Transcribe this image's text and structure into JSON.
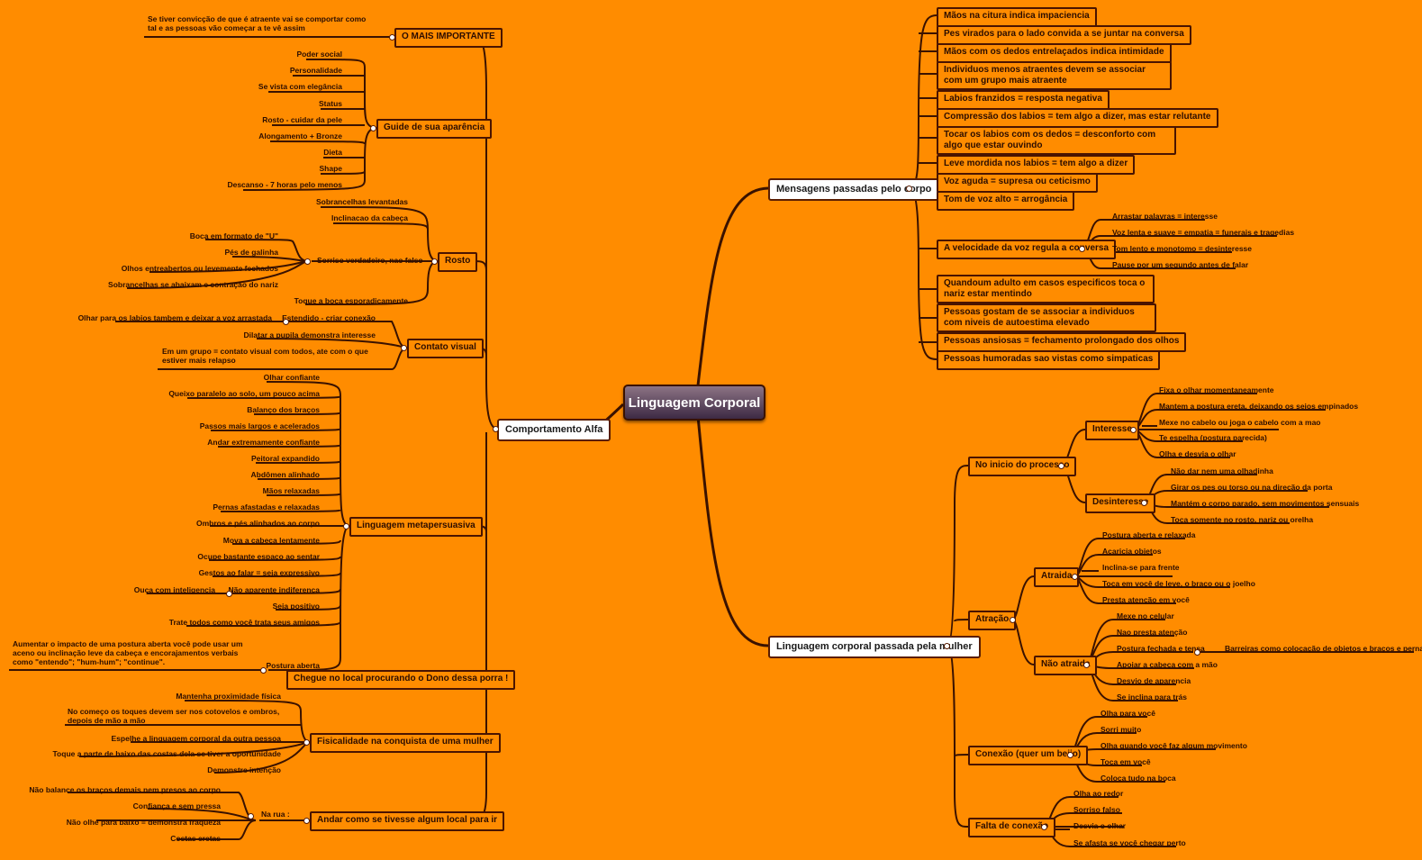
{
  "root": "Linguagem Corporal",
  "left": {
    "alfa": "Comportamento Alfa",
    "mais_importante": {
      "label": "O MAIS IMPORTANTE",
      "note": "Se tiver convicção de que é atraente vai se comportar como tal e as pessoas vão começar a te vê assim"
    },
    "aparencia": {
      "label": "Guide de sua aparência",
      "items": [
        "Poder social",
        "Personalidade",
        "Se vista com elegância",
        "Status",
        "Rosto - cuidar da pele",
        "Alongamento + Bronze",
        "Dieta",
        "Shape",
        "Descanso - 7 horas pelo menos"
      ]
    },
    "rosto": {
      "label": "Rosto",
      "top": [
        "Sobrancelhas levantadas",
        "Inclinacao da cabeça"
      ],
      "sorriso": "Sorriso verdadeiro, nao falso",
      "sorriso_items": [
        "Boca em formato de \"U\"",
        "Pés de galinha",
        "Olhos entreabertos ou levemente fechados",
        "Sobrancelhas se abaixam e contração do nariz"
      ],
      "bottom": "Toque a boca esporadicamente"
    },
    "contato": {
      "label": "Contato visual",
      "estendido": "Estendido - criar conexão",
      "estendido_note": "Olhar para os labios tambem e deixar a voz arrastada",
      "pupila": "Dilatar a pupila demonstra interesse",
      "grupo": "Em um grupo = contato visual com todos, ate com o que estiver mais relapso"
    },
    "meta": {
      "label": "Linguagem metapersuasiva",
      "items": [
        "Olhar confiante",
        "Queixo paralelo ao solo, um pouco acima",
        "Balanço dos braços",
        "Passos mais largos e acelerados",
        "Andar extremamente confiante",
        "Peitoral expandido",
        "Abdômen alinhado",
        "Mãos relaxadas",
        "Pernas afastadas e relaxadas",
        "Ombros e pés alinhados ao corpo",
        "Mova a cabeça lentamente",
        "Ocupe bastante espaço ao sentar",
        "Gestos ao falar = seja expressivo"
      ],
      "indiferenca": "Não aparente indiferença",
      "indiferenca_note": "Ouça com inteligencia",
      "items2": [
        "Seja positivo",
        "Trate todos como você trata seus amigos"
      ],
      "postura": "Postura aberta",
      "postura_note": "Aumentar o  impacto de uma postura aberta você pode usar um aceno ou inclinação leve da cabeça e encorajamentos verbais como \"entendo\"; \"hum-hum\"; \"continue\"."
    },
    "chegue": "Chegue no local procurando o Dono dessa porra !",
    "fisicalidade": {
      "label": "Fisicalidade na conquista de uma mulher",
      "items": [
        "Mantenha proximidade física",
        "No começo os toques devem ser nos cotovelos e ombros, depois de mão a mão",
        "Espelhe a linguagem corporal da outra pessoa",
        "Toque a parte de baixo das costas dela se tiver a oportunidade",
        "Demonstre intenção"
      ]
    },
    "andar": {
      "label": "Andar como se tivesse algum local para ir",
      "rua": "Na rua :",
      "items": [
        "Não balance os braços demais nem presos ao corpo",
        "Confiança e sem pressa",
        "Não olhe para baixo = demonstra fraqueza",
        "Costas eretas"
      ]
    }
  },
  "right": {
    "mensagens": {
      "label": "Mensagens passadas pelo corpo",
      "items_a": [
        "Mãos na citura indica impaciencia",
        "Pes virados para o lado convida a se juntar na conversa",
        "Mãos com os dedos entrelaçados indica intimidade",
        "Individuos menos atraentes devem se associar com um grupo mais atraente",
        "Labios franzidos = resposta negativa",
        "Compressão dos labios = tem algo a dizer, mas estar relutante",
        "Tocar os labios com os dedos = desconforto com algo que estar ouvindo",
        "Leve mordida nos labios = tem algo a dizer",
        "Voz aguda = supresa ou ceticismo",
        "Tom de voz alto = arrogância"
      ],
      "velocidade": "A velocidade da voz regula a conversa",
      "velocidade_items": [
        "Arrastar palavras = interesse",
        "Voz lenta e suave = empatia = funerais e tragedias",
        "Tom lento e monotomo = desinteresse",
        "Pause por um segundo antes de falar"
      ],
      "items_b": [
        "Quandoum adulto em casos especificos toca o nariz estar mentindo",
        "Pessoas gostam de se associar a individuos com niveis de autoestima elevado",
        "Pessoas ansiosas = fechamento prolongado dos olhos",
        "Pessoas humoradas sao vistas como simpaticas"
      ]
    },
    "mulher": {
      "label": "Linguagem corporal passada pela mulher",
      "inicio": "No inicio do processo",
      "interesse": "Interesse",
      "interesse_items": [
        "Fixa o olhar momentaneamente",
        "Mantem a postura ereta, deixando os seios empinados",
        "Mexe no cabelo ou joga o cabelo com a mao",
        "Te espelha (postura parecida)",
        "Olha e desvia o olhar"
      ],
      "desinteresse": "Desinteresse",
      "desinteresse_items": [
        "Não dar nem uma olhadinha",
        "Girar os pes ou torso ou na direção da porta",
        "Mantém o corpo parado, sem movimentos sensuais",
        "Toca somente no rosto, nariz ou orelha"
      ],
      "atracao": "Atração",
      "atraida": "Atraida",
      "atraida_items": [
        "Postura aberta e relaxada",
        "Acaricia objetos",
        "Inclina-se para frente",
        "Toca em você de leve, o braço ou o joelho",
        "Presta atenção em você"
      ],
      "nao_atraida": "Não atraida",
      "nao_atraida_items": [
        "Mexe no celular",
        "Nao presta atenção",
        "Postura fechada e tensa",
        "Apoiar a cabeça com a mão",
        "Desvio de aparencia",
        "Se inclina para trás"
      ],
      "barreiras": "Barreiras como colocação de objetos e braços e pernas cruzadas",
      "conexao": "Conexão (quer um beijo)",
      "conexao_items": [
        "Olha para você",
        "Sorri muito",
        "Olha quando você faz algum movimento",
        "Toca em você",
        "Coloca tudo na boca"
      ],
      "falta": "Falta de conexão",
      "falta_items": [
        "Olha ao redor",
        "Sorriso falso",
        "Desvia o olhar",
        "Se afasta se você chegar perto"
      ]
    }
  }
}
